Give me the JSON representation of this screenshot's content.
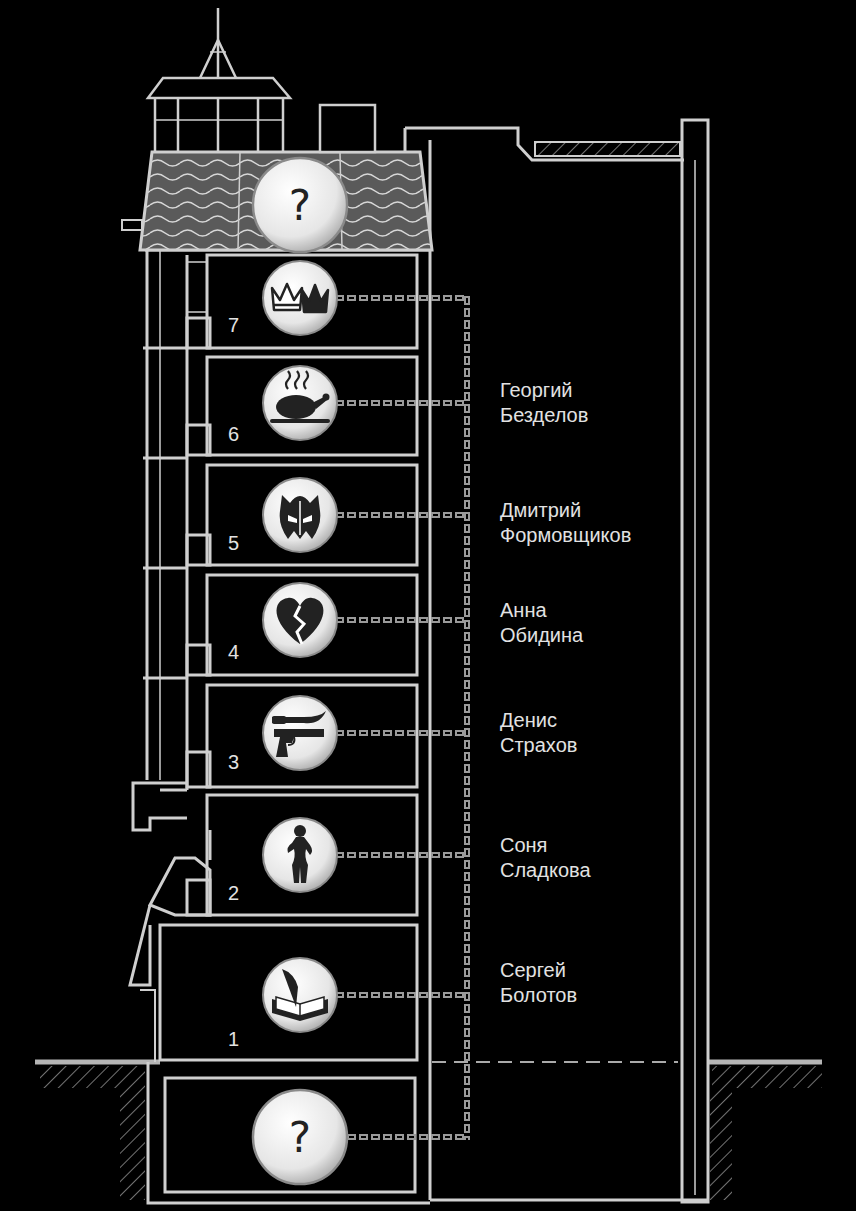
{
  "diagram": {
    "nodes": [
      {
        "text": [
          "?"
        ]
      },
      {
        "text": [
          "?"
        ]
      }
    ],
    "labels": [
      "7",
      "Георгий Безделов",
      "6",
      "Дмитрий Формовщиков",
      "5",
      "Анна Обидина",
      "4",
      "Денис Страхов",
      "3",
      "Соня Сладкова",
      "2",
      "Сергей Болотов",
      "1"
    ]
  }
}
